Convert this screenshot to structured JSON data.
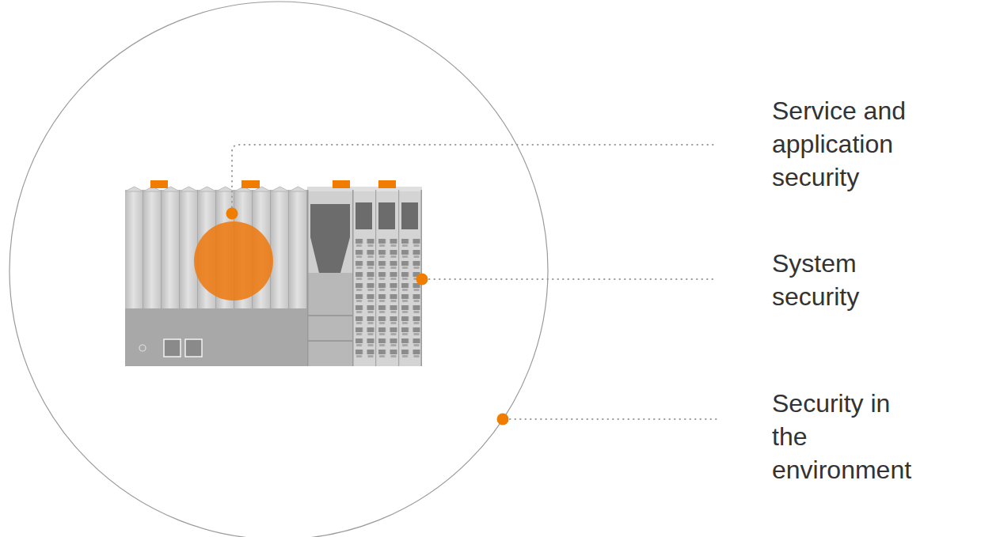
{
  "diagram": {
    "labels": [
      "Service and application security",
      "System security",
      "Security in the environment"
    ]
  }
}
